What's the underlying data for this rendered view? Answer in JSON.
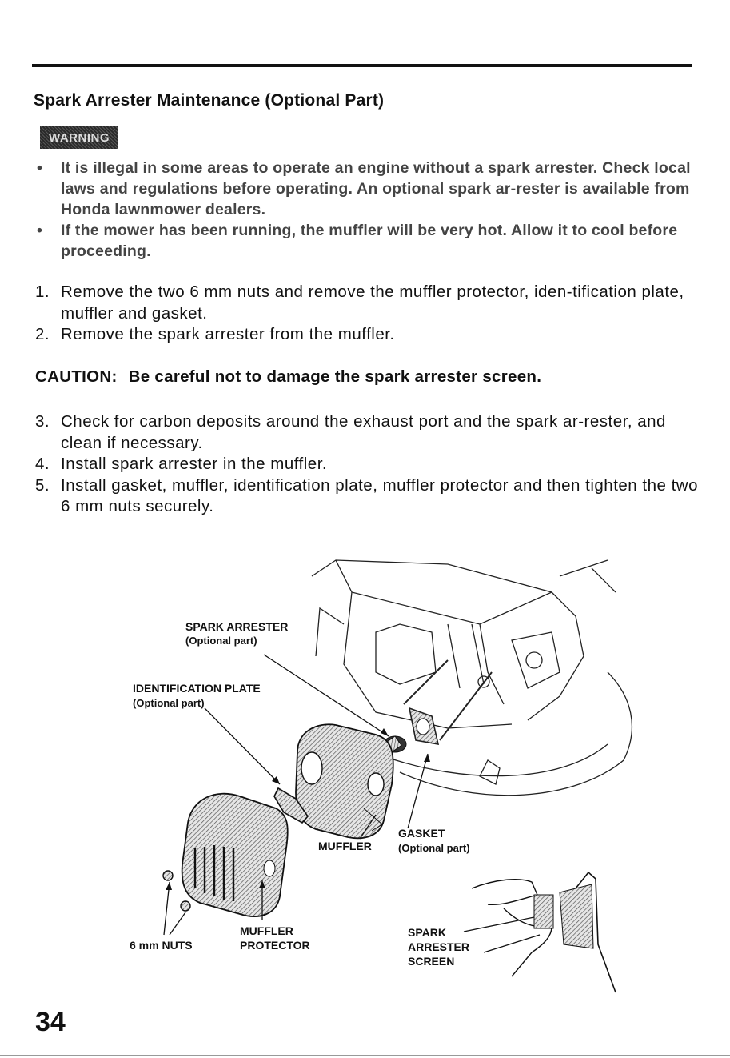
{
  "page": {
    "title": "Spark Arrester Maintenance (Optional Part)",
    "warning_badge": "WARNING",
    "warnings": [
      "It is illegal in some areas to operate an engine without a spark arrester. Check local laws and regulations before operating. An optional spark ar-rester is available from Honda lawnmower dealers.",
      "If the mower has been running, the muffler will be very hot. Allow it to cool before proceeding."
    ],
    "steps_a": [
      {
        "num": "1.",
        "text": "Remove the two 6 mm nuts and remove the muffler protector, iden-tification plate, muffler and gasket."
      },
      {
        "num": "2.",
        "text": "Remove the spark arrester from the muffler."
      }
    ],
    "caution": {
      "label": "CAUTION:",
      "text": "Be careful not to damage the spark arrester screen."
    },
    "steps_b": [
      {
        "num": "3.",
        "text": "Check for carbon deposits around the exhaust port and the spark ar-rester, and clean if necessary."
      },
      {
        "num": "4.",
        "text": "Install spark arrester in the muffler."
      },
      {
        "num": "5.",
        "text": "Install gasket, muffler, identification plate, muffler protector and then tighten the two 6 mm nuts securely."
      }
    ],
    "page_number": "34"
  },
  "diagram": {
    "labels": {
      "spark_arrester": "SPARK ARRESTER",
      "spark_arrester_sub": "(Optional part)",
      "id_plate": "IDENTIFICATION PLATE",
      "id_plate_sub": "(Optional part)",
      "gasket": "GASKET",
      "gasket_sub": "(Optional part)",
      "muffler": "MUFFLER",
      "muffler_protector_1": "MUFFLER",
      "muffler_protector_2": "PROTECTOR",
      "nuts": "6 mm NUTS",
      "screen_1": "SPARK",
      "screen_2": "ARRESTER",
      "screen_3": "SCREEN"
    }
  }
}
